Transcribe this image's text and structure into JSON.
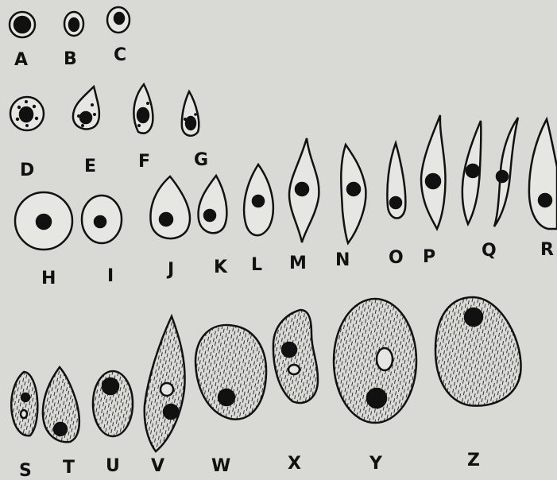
{
  "figure": {
    "labels": {
      "A": "A",
      "B": "B",
      "C": "C",
      "D": "D",
      "E": "E",
      "F": "F",
      "G": "G",
      "H": "H",
      "I": "I",
      "J": "J",
      "K": "K",
      "L": "L",
      "M": "M",
      "N": "N",
      "O": "O",
      "P": "P",
      "Q": "Q",
      "R": "R",
      "S": "S",
      "T": "T",
      "U": "U",
      "V": "V",
      "W": "W",
      "X": "X",
      "Y": "Y",
      "Z": "Z"
    }
  },
  "colors": {
    "background": "#d9d9d5",
    "ink": "#111111",
    "cell_fill": "#e6e6e2"
  }
}
